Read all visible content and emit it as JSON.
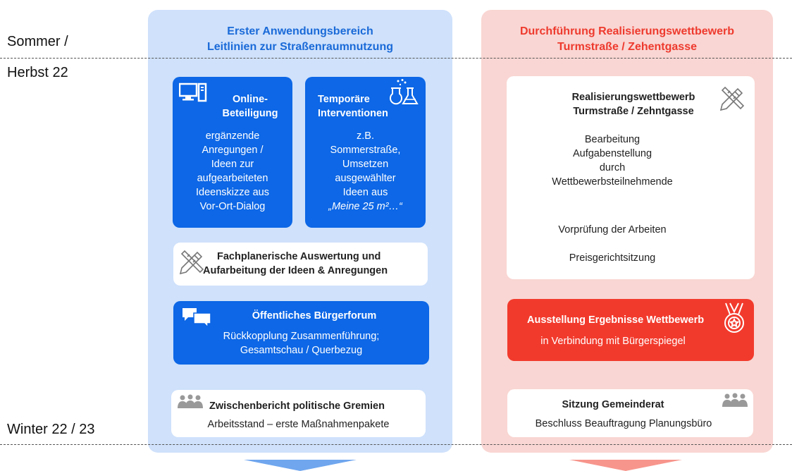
{
  "timeline": {
    "start_line1": "Sommer /",
    "start_line2": "Herbst 22",
    "end": "Winter 22 / 23"
  },
  "colors": {
    "blue_accent": "#1a6ad8",
    "blue_box": "#0d67e6",
    "blue_bg": "#cfe1fb",
    "red_accent": "#ee3a2e",
    "red_box": "#f23a2c",
    "red_bg": "#f9d6d3"
  },
  "left_column": {
    "title_line1": "Erster Anwendungsbereich",
    "title_line2": "Leitlinien zur Straßenraumnutzung",
    "online": {
      "icon": "computer-icon",
      "title_line1": "Online-",
      "title_line2": "Beteiligung",
      "body": [
        "ergänzende",
        "Anregungen /",
        "Ideen zur",
        "aufgearbeiteten",
        "Ideenskizze aus",
        "Vor-Ort-Dialog"
      ]
    },
    "interventionen": {
      "icon": "lab-flask-icon",
      "title_line1": "Temporäre",
      "title_line2": "Interventionen",
      "body": [
        "z.B.",
        "Sommerstraße,",
        "Umsetzen",
        "ausgewählter",
        "Ideen aus"
      ],
      "body_italic": "„Meine 25 m²…“"
    },
    "auswertung": {
      "icon": "pencil-ruler-icon",
      "line1": "Fachplanerische Auswertung und",
      "line2": "Aufarbeitung der Ideen & Anregungen"
    },
    "forum": {
      "icon": "chat-bubbles-icon",
      "title": "Öffentliches Bürgerforum",
      "line1": "Rückkopplung Zusammenführung;",
      "line2": "Gesamtschau / Querbezug"
    },
    "zwischenbericht": {
      "icon": "group-icon",
      "title": "Zwischenbericht politische Gremien",
      "body": "Arbeitsstand – erste Maßnahmenpakete"
    }
  },
  "right_column": {
    "title_line1": "Durchführung Realisierungswettbewerb",
    "title_line2": "Turmstraße / Zehentgasse",
    "wettbewerb": {
      "icon": "pencil-ruler-icon",
      "title_line1": "Realisierungswettbewerb",
      "title_line2": "Turmstraße / Zehntgasse",
      "body": [
        "Bearbeitung",
        "Aufgabenstellung",
        "durch",
        "Wettbewerbsteilnehmende"
      ],
      "step1": "Vorprüfung der Arbeiten",
      "step2": "Preisgerichtsitzung"
    },
    "ausstellung": {
      "icon": "medal-icon",
      "title": "Ausstellung Ergebnisse Wettbewerb",
      "body": "in Verbindung mit Bürgerspiegel"
    },
    "gemeinderat": {
      "icon": "group-icon",
      "title": "Sitzung Gemeinderat",
      "body": "Beschluss Beauftragung Planungsbüro"
    }
  }
}
